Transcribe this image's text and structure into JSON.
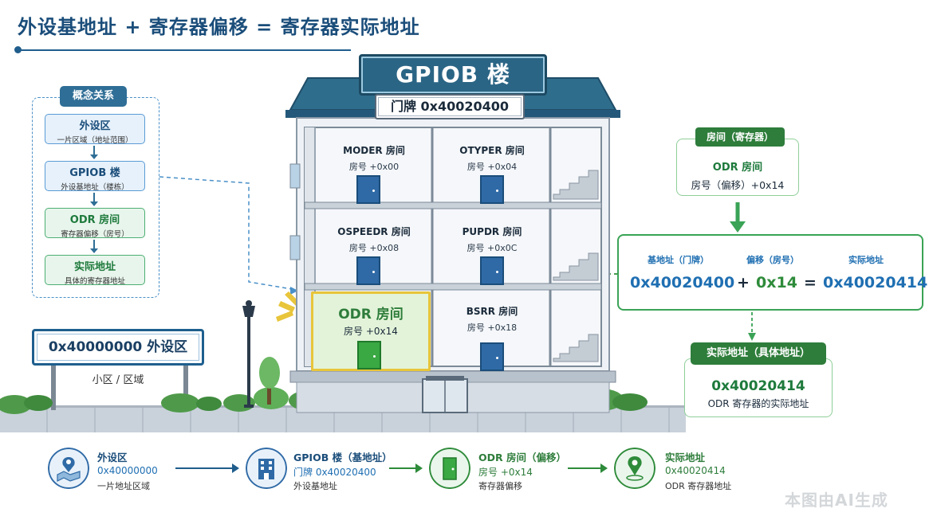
{
  "title": "外设基地址 + 寄存器偏移 = 寄存器实际地址",
  "concept": {
    "tag": "概念关系",
    "items": [
      {
        "title": "外设区",
        "sub": "一片区域（地址范围）"
      },
      {
        "title": "GPIOB 楼",
        "sub": "外设基地址（楼栋）"
      },
      {
        "title": "ODR 房间",
        "sub": "寄存器偏移（房号）"
      },
      {
        "title": "实际地址",
        "sub": "具体的寄存器地址"
      }
    ]
  },
  "sign": {
    "label": "0x40000000 外设区",
    "sub": "小区 / 区域"
  },
  "building": {
    "name": "GPIOB 楼",
    "plate": "门牌 0x40020400",
    "rooms": [
      {
        "name": "MODER 房间",
        "offset": "房号 +0x00"
      },
      {
        "name": "OTYPER 房间",
        "offset": "房号 +0x04"
      },
      {
        "name": "OSPEEDR 房间",
        "offset": "房号 +0x08"
      },
      {
        "name": "PUPDR 房间",
        "offset": "房号 +0x0C"
      },
      {
        "name": "ODR 房间",
        "offset": "房号 +0x14"
      },
      {
        "name": "BSRR 房间",
        "offset": "房号 +0x18"
      }
    ]
  },
  "register_card": {
    "tag": "房间（寄存器）",
    "name": "ODR 房间",
    "offset": "房号（偏移）+0x14"
  },
  "formula": {
    "base_label": "基地址（门牌）",
    "offset_label": "偏移（房号）",
    "result_label": "实际地址",
    "base": "0x40020400",
    "plus": "+",
    "offset": "0x14",
    "equals": "=",
    "result": "0x40020414"
  },
  "result_card": {
    "tag": "实际地址（具体地址）",
    "value": "0x40020414",
    "desc": "ODR 寄存器的实际地址"
  },
  "flow": [
    {
      "title": "外设区",
      "value": "0x40000000",
      "sub": "一片地址区域"
    },
    {
      "title": "GPIOB 楼（基地址）",
      "value": "门牌 0x40020400",
      "sub": "外设基地址"
    },
    {
      "title": "ODR 房间（偏移）",
      "value": "房号 +0x14",
      "sub": "寄存器偏移"
    },
    {
      "title": "实际地址",
      "value": "0x40020414",
      "sub": "ODR 寄存器地址"
    }
  ],
  "watermark": "本图由AI生成",
  "colors": {
    "blue": "#1f6fb2",
    "navy": "#1a4d7a",
    "green": "#2e7d3b",
    "teal": "#2f6e96",
    "highlight": "#e8c53a"
  },
  "icons": [
    "map-pin-icon",
    "building-icon",
    "door-icon",
    "location-pin-icon",
    "street-lamp-icon",
    "stairs-icon"
  ]
}
